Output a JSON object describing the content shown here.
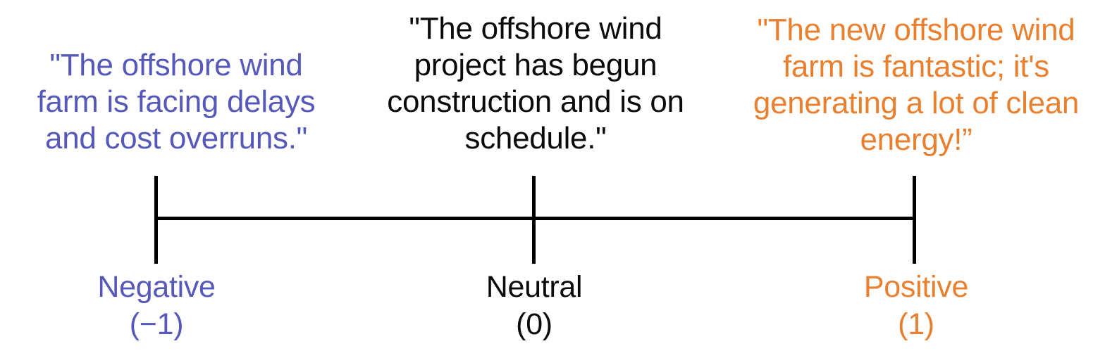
{
  "colors": {
    "negative_accent": "#5659b9",
    "neutral_text": "#0b0b0b",
    "positive_accent": "#e8802f",
    "axis": "#000000"
  },
  "quotes": {
    "negative": {
      "text": "\"The offshore wind farm is facing delays and cost overruns.\"",
      "lines": [
        "\"The offshore wind",
        "farm is facing delays",
        "and cost overruns.\""
      ]
    },
    "neutral": {
      "text": "\"The offshore wind project has begun construction and is on schedule.\"",
      "lines": [
        "\"The offshore wind",
        "project has begun",
        "construction and is on",
        "schedule.\""
      ]
    },
    "positive": {
      "text": "\"The new offshore wind farm is fantastic; it's generating a lot of clean energy!”",
      "lines": [
        "\"The new offshore wind",
        "farm is fantastic; it's",
        "generating a lot of clean",
        "energy!”"
      ]
    }
  },
  "scale": {
    "labels": [
      {
        "name": "Negative",
        "value": "(−1)"
      },
      {
        "name": "Neutral",
        "value": "(0)"
      },
      {
        "name": "Positive",
        "value": "(1)"
      }
    ]
  }
}
